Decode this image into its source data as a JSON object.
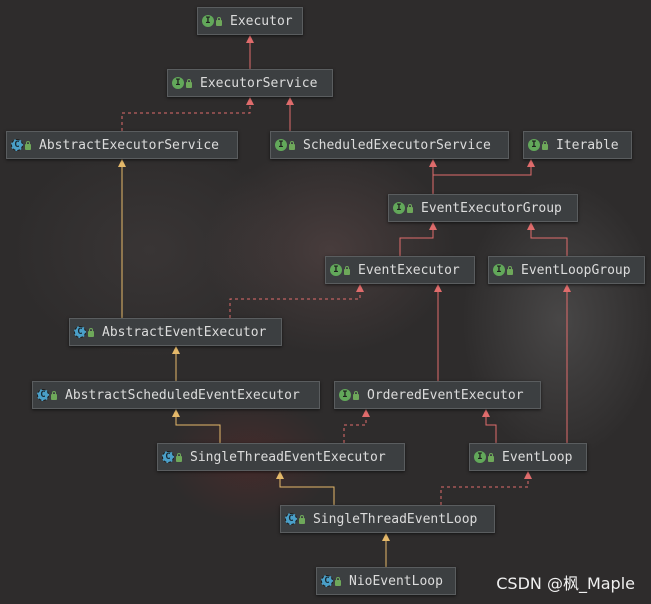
{
  "nodes": [
    {
      "id": "executor",
      "label": "Executor",
      "kind": "interface",
      "icon": "interface-icon"
    },
    {
      "id": "executorservice",
      "label": "ExecutorService",
      "kind": "interface",
      "icon": "interface-icon"
    },
    {
      "id": "abstractexecutorservice",
      "label": "AbstractExecutorService",
      "kind": "abstract-class",
      "icon": "abstract-class-icon"
    },
    {
      "id": "scheduledexecutorservice",
      "label": "ScheduledExecutorService",
      "kind": "interface",
      "icon": "interface-icon"
    },
    {
      "id": "iterable",
      "label": "Iterable",
      "kind": "interface",
      "icon": "interface-icon"
    },
    {
      "id": "eventexecutorgroup",
      "label": "EventExecutorGroup",
      "kind": "interface",
      "icon": "interface-icon"
    },
    {
      "id": "eventexecutor",
      "label": "EventExecutor",
      "kind": "interface",
      "icon": "interface-icon"
    },
    {
      "id": "eventloopgroup",
      "label": "EventLoopGroup",
      "kind": "interface",
      "icon": "interface-icon"
    },
    {
      "id": "abstracteventexecutor",
      "label": "AbstractEventExecutor",
      "kind": "abstract-class",
      "icon": "abstract-class-icon"
    },
    {
      "id": "abstractscheduledeventexecutor",
      "label": "AbstractScheduledEventExecutor",
      "kind": "abstract-class",
      "icon": "abstract-class-icon"
    },
    {
      "id": "orderedeventexecutor",
      "label": "OrderedEventExecutor",
      "kind": "interface",
      "icon": "interface-icon"
    },
    {
      "id": "singlethreadeventexecutor",
      "label": "SingleThreadEventExecutor",
      "kind": "abstract-class",
      "icon": "abstract-class-icon"
    },
    {
      "id": "eventloop",
      "label": "EventLoop",
      "kind": "interface",
      "icon": "interface-icon"
    },
    {
      "id": "singlethreadeventloop",
      "label": "SingleThreadEventLoop",
      "kind": "abstract-class",
      "icon": "abstract-class-icon"
    },
    {
      "id": "nioeventloop",
      "label": "NioEventLoop",
      "kind": "class",
      "icon": "class-icon"
    }
  ],
  "edges": [
    {
      "from": "executorservice",
      "to": "executor",
      "type": "extends-interface"
    },
    {
      "from": "abstractexecutorservice",
      "to": "executorservice",
      "type": "implements"
    },
    {
      "from": "scheduledexecutorservice",
      "to": "executorservice",
      "type": "extends-interface"
    },
    {
      "from": "eventexecutorgroup",
      "to": "scheduledexecutorservice",
      "type": "extends-interface"
    },
    {
      "from": "eventexecutorgroup",
      "to": "iterable",
      "type": "extends-interface"
    },
    {
      "from": "eventexecutor",
      "to": "eventexecutorgroup",
      "type": "extends-interface"
    },
    {
      "from": "eventloopgroup",
      "to": "eventexecutorgroup",
      "type": "extends-interface"
    },
    {
      "from": "abstracteventexecutor",
      "to": "abstractexecutorservice",
      "type": "extends-class"
    },
    {
      "from": "abstracteventexecutor",
      "to": "eventexecutor",
      "type": "implements"
    },
    {
      "from": "abstractscheduledeventexecutor",
      "to": "abstracteventexecutor",
      "type": "extends-class"
    },
    {
      "from": "orderedeventexecutor",
      "to": "eventexecutor",
      "type": "extends-interface"
    },
    {
      "from": "singlethreadeventexecutor",
      "to": "abstractscheduledeventexecutor",
      "type": "extends-class"
    },
    {
      "from": "singlethreadeventexecutor",
      "to": "orderedeventexecutor",
      "type": "implements"
    },
    {
      "from": "eventloop",
      "to": "orderedeventexecutor",
      "type": "extends-interface"
    },
    {
      "from": "eventloop",
      "to": "eventloopgroup",
      "type": "extends-interface"
    },
    {
      "from": "singlethreadeventloop",
      "to": "singlethreadeventexecutor",
      "type": "extends-class"
    },
    {
      "from": "singlethreadeventloop",
      "to": "eventloop",
      "type": "implements"
    },
    {
      "from": "nioeventloop",
      "to": "singlethreadeventloop",
      "type": "extends-class"
    }
  ],
  "colors": {
    "interface_edge": "#e06c6c",
    "class_edge": "#e5b96a",
    "node_bg": "#3c3f41",
    "node_text": "#dcdcdc"
  },
  "watermark": "CSDN @枫_Maple"
}
